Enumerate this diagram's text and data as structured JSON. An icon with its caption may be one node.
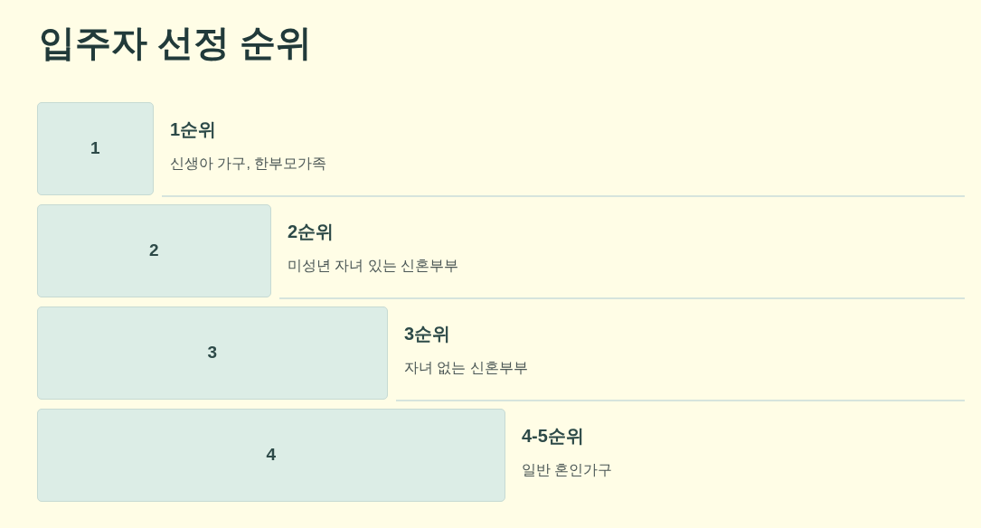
{
  "diagram": {
    "title": "입주자 선정 순위",
    "nodes": [
      {
        "text": [
          "1"
        ],
        "beside": [
          "1순위",
          "신생아 가구, 한부모가족"
        ]
      },
      {
        "text": [
          "2"
        ],
        "beside": [
          "2순위",
          "미성년 자녀 있는 신혼부부"
        ]
      },
      {
        "text": [
          "3"
        ],
        "beside": [
          "3순위",
          "자녀 없는 신혼부부"
        ]
      },
      {
        "text": [
          "4"
        ],
        "beside": [
          "4-5순위",
          "일반 혼인가구"
        ]
      }
    ],
    "edges": []
  }
}
